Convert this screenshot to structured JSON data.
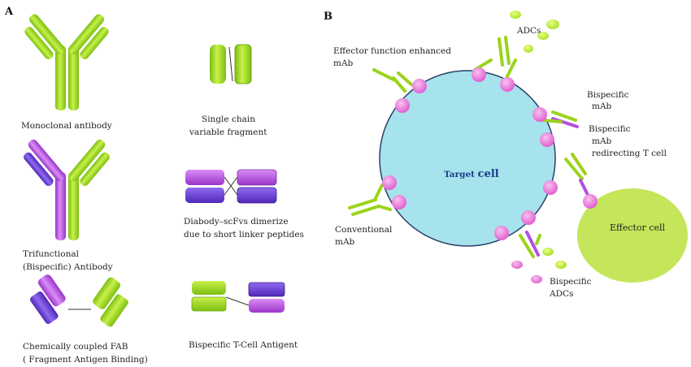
{
  "panels": {
    "a": "A",
    "b": "B"
  },
  "labels": {
    "monoclonal": "Monoclonal antibody",
    "scfv_1": "Single  chain",
    "scfv_2": "variable  fragment",
    "trifunctional_1": "Trifunctional",
    "trifunctional_2": "(Bispecific) Antibody",
    "diabody_1": "Diabody–scFvs dimerize",
    "diabody_2": "due to short linker peptides",
    "fab_1": "Chemically  coupled FAB",
    "fab_2": "( Fragment Antigen Binding)",
    "bite": "Bispecific  T-Cell Antigent",
    "effector_enhanced_1": "Effector function enhanced",
    "effector_enhanced_2": "mAb",
    "adcs": "ADCs",
    "bispecific_mab_1": "Bispecific",
    "bispecific_mab_2": "mAb",
    "redirecting_1": "Bispecific",
    "redirecting_2": "mAb",
    "redirecting_3": "redirecting T cell",
    "target_a": "Target ",
    "target_b": "cell",
    "conventional_1": "Conventional",
    "conventional_2": "mAb",
    "effector_cell": "Effector cell",
    "bispecific_adcs_1": "Bispecific",
    "bispecific_adcs_2": "ADCs"
  },
  "colors": {
    "green": "#9bd31c",
    "green_dark": "#6fa811",
    "purple": "#b44fe0",
    "indigo": "#6b3fd6",
    "pink": "#e86ad6",
    "target_cell": "#a6e3ec",
    "effector": "#c5e65a"
  }
}
